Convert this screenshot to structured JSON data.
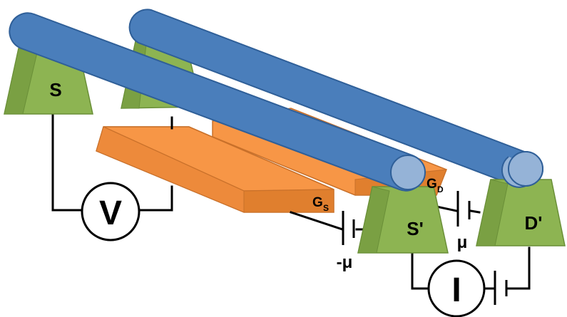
{
  "labels": {
    "source_left": "S",
    "source_right": "S'",
    "drain_right": "D'",
    "gate_source_main": "G",
    "gate_source_sub": "S",
    "gate_drain_main": "G",
    "gate_drain_sub": "D",
    "bias_neg": "-μ",
    "bias_pos": "μ",
    "voltmeter": "V",
    "ammeter": "I"
  },
  "colors": {
    "contact_fill": "#8db452",
    "contact_dark": "#7aa043",
    "contact_stroke": "#6a8f38",
    "gate_top": "#f79646",
    "gate_side": "#e07f2e",
    "gate_stroke": "#c8702a",
    "tube_fill": "#4a7ebb",
    "tube_stroke": "#2f5f98",
    "tube_end": "#95b3d7"
  }
}
